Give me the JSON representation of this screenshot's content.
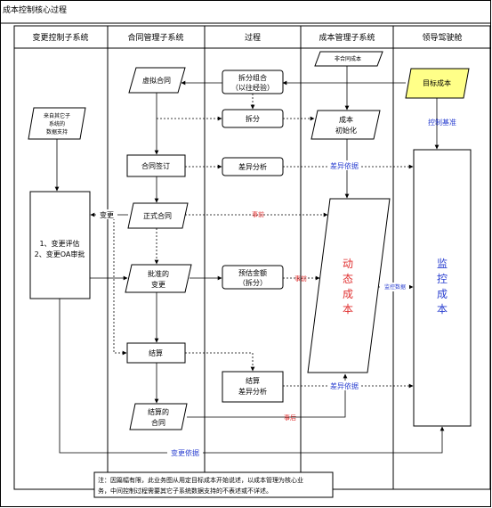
{
  "title": "成本控制核心过程",
  "lanes": {
    "change": "变更控制子系统",
    "contract": "合同管理子系统",
    "process": "过程",
    "cost": "成本管理子系统",
    "leader": "领导驾驶舱"
  },
  "nodes": {
    "draft_contract": "虚拟合同",
    "split_combine_1": "拆分组合",
    "split_combine_2": "（以往经验）",
    "non_contract_cost": "非合同成本",
    "target_cost": "目标成本",
    "other_system_1": "来自其它子",
    "other_system_2": "系统的",
    "other_system_3": "数据支持",
    "split": "拆分",
    "cost_init_1": "成本",
    "cost_init_2": "初始化",
    "control_baseline": "控制基准",
    "contract_sign": "合同签订",
    "diff_analysis": "差异分析",
    "diff_basis_1": "差异依据",
    "formal_contract": "正式合同",
    "change_label": "变更",
    "reduce_1": "事前",
    "change_eval_1": "1、变更评估",
    "change_eval_2": "2、变更OA审批",
    "dynamic_cost": [
      "动",
      "态",
      "成",
      "本"
    ],
    "monitor_cost": [
      "监",
      "控",
      "成",
      "本"
    ],
    "approved_change_1": "批准的",
    "approved_change_2": "变更",
    "budget_amount_1": "预估金额",
    "budget_amount_2": "（拆分）",
    "reduce_2": "事前",
    "monitor_data": "监控数据",
    "settlement": "结算",
    "settlement_diff_1": "结算",
    "settlement_diff_2": "差异分析",
    "diff_basis_2": "差异依据",
    "settled_contract_1": "结算的",
    "settled_contract_2": "合同",
    "reduce_3": "事后",
    "change_basis": "变更依据"
  },
  "note": {
    "line1": "注：因篇幅有限，此业务图从用定目标成本开始说述，以成本管理为核心业",
    "line2": "务，中间控制过程需要其它子系统数据支持的不表述或不详述。"
  },
  "colors": {
    "target_fill": "#ffff88",
    "blue": "#2a3fd0",
    "red": "#e03030"
  }
}
